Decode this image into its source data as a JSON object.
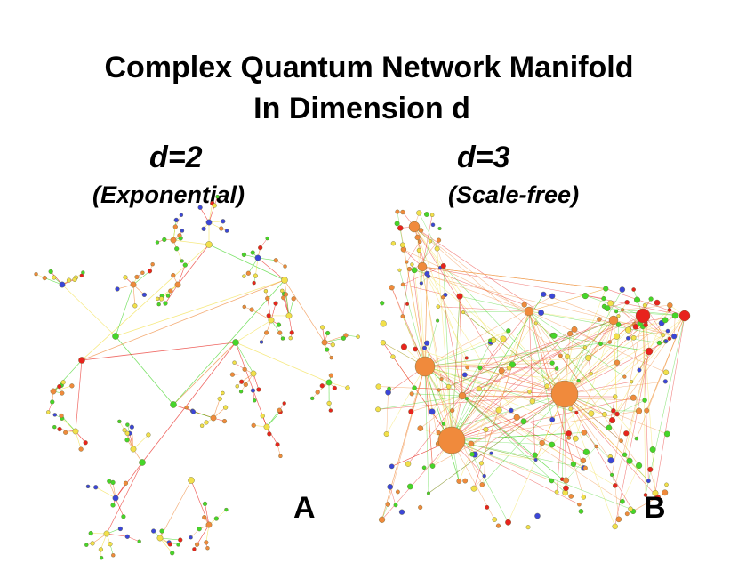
{
  "title": {
    "line1": "Complex Quantum Network Manifold",
    "line2": "In Dimension d"
  },
  "panels": [
    {
      "dimension": "d=2",
      "model": "(Exponential)",
      "letter": "A"
    },
    {
      "dimension": "d=3",
      "model": "(Scale-free)",
      "letter": "B"
    }
  ],
  "colors": {
    "red": "#e8231d",
    "orange": "#f08a3c",
    "yellow": "#f2e04a",
    "green": "#45d629",
    "blue": "#3b46d8"
  }
}
